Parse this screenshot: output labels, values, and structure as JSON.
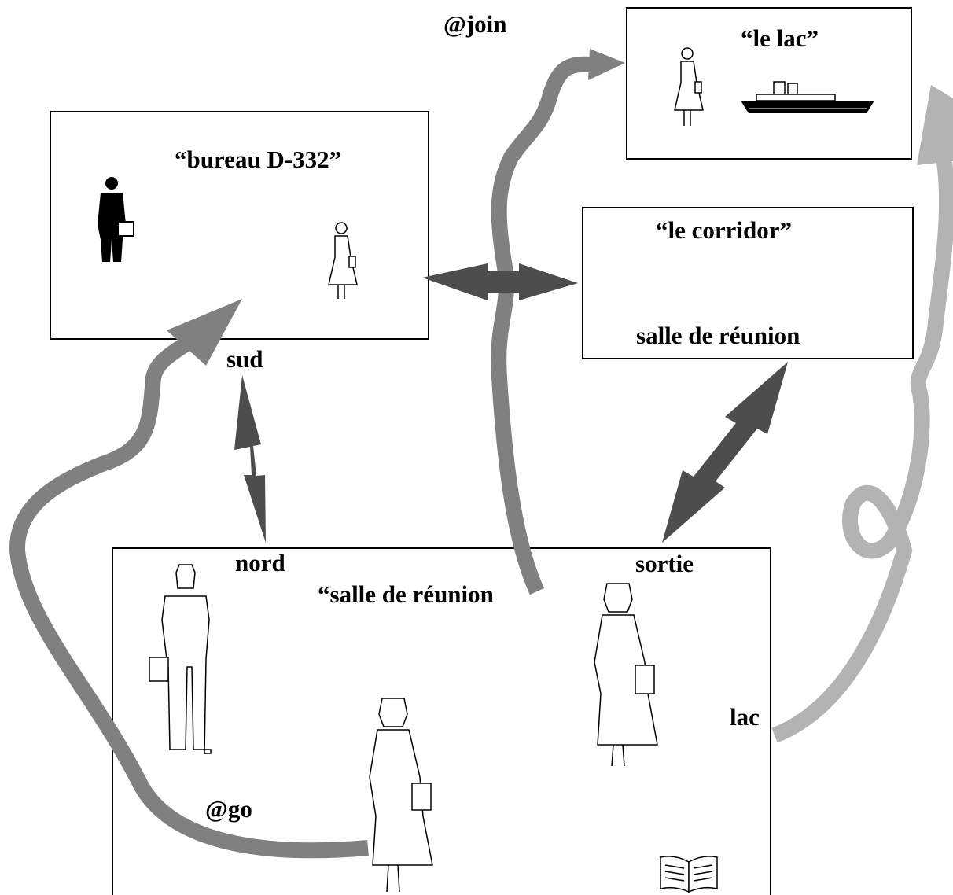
{
  "rooms": {
    "bureau": {
      "title": "“bureau D-332”"
    },
    "lac": {
      "title": "“le lac”"
    },
    "corridor": {
      "title": "“le corridor”",
      "subtitle": "salle de réunion"
    },
    "salle": {
      "title": "“salle de réunion"
    }
  },
  "exits": {
    "sud": "sud",
    "nord": "nord",
    "sortie": "sortie",
    "lac": "lac"
  },
  "commands": {
    "join": "@join",
    "go": "@go"
  },
  "colors": {
    "exit_arrow": "#4d4d4d",
    "go_path": "#808080",
    "join_path": "#808080",
    "lac_path": "#b3b3b3",
    "border": "#000000"
  },
  "icons": [
    "man-with-briefcase-icon",
    "woman-with-folder-icon",
    "ship-icon",
    "open-book-icon"
  ]
}
